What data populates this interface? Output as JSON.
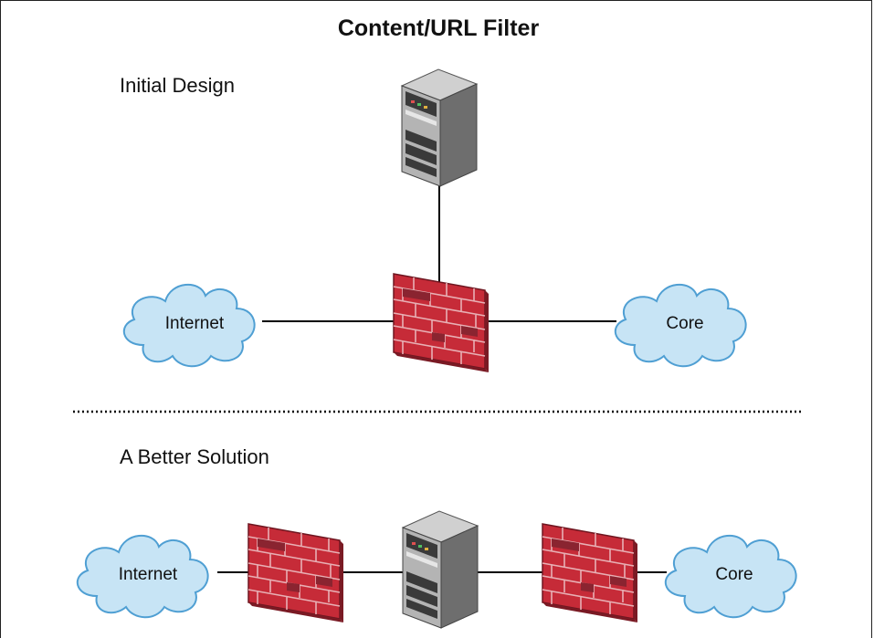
{
  "title": "Content/URL Filter",
  "sections": {
    "initial": {
      "label": "Initial Design"
    },
    "better": {
      "label": "A Better Solution"
    }
  },
  "nodes": {
    "internet_label": "Internet",
    "core_label": "Core"
  },
  "colors": {
    "cloud_fill": "#c7e4f5",
    "cloud_stroke": "#4f9fd3",
    "brick_red": "#c62b38",
    "brick_dark": "#7a1a24",
    "server_gray": "#8c8c8c",
    "line": "#000000"
  },
  "icons": [
    "cloud-icon",
    "firewall-icon",
    "server-icon"
  ]
}
